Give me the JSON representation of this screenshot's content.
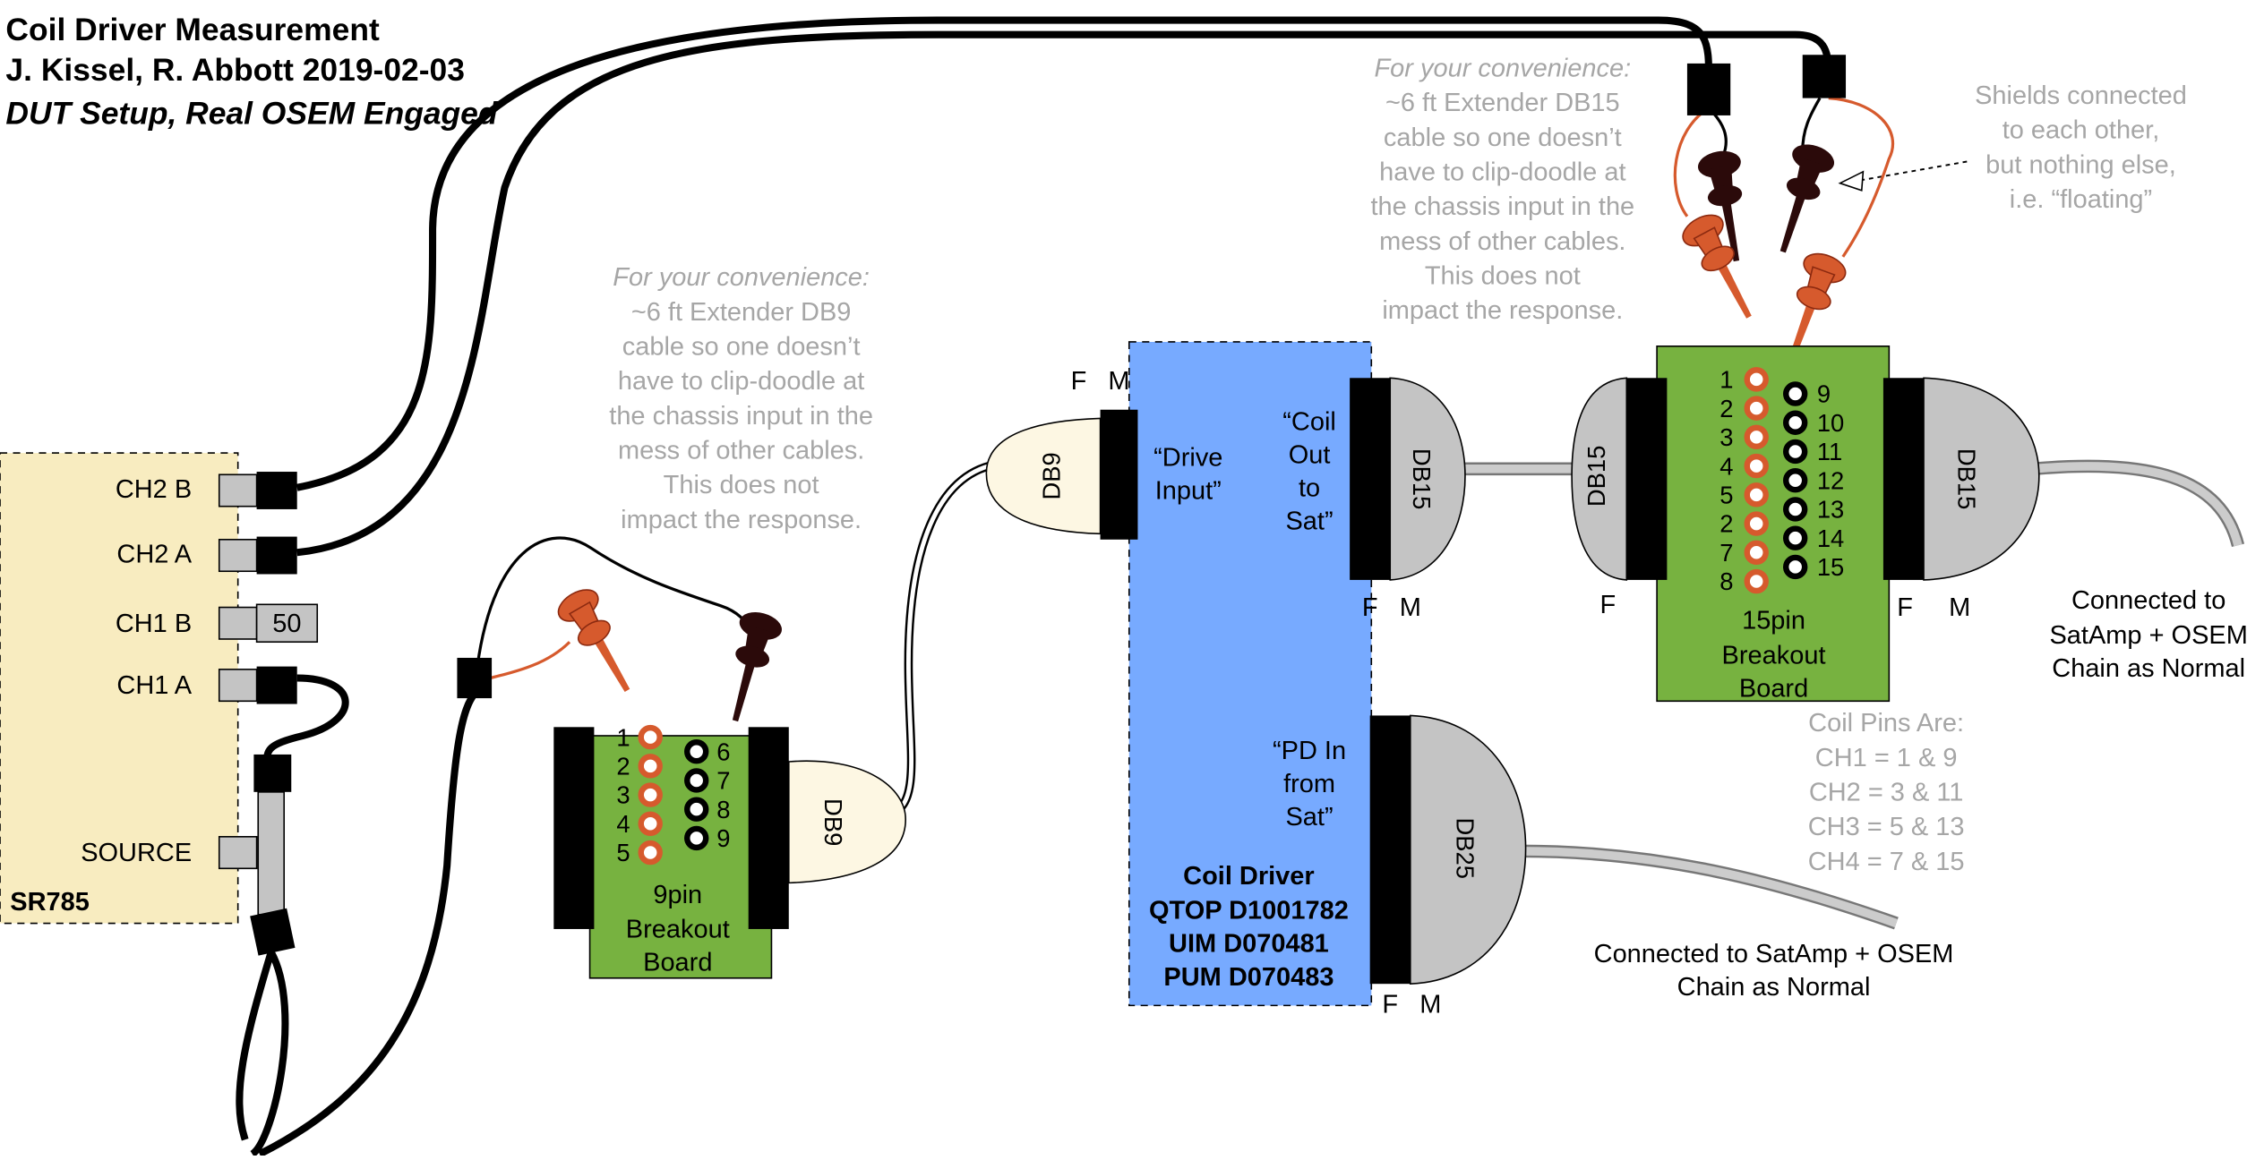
{
  "header": {
    "line1": "Coil Driver Measurement",
    "line2": "J. Kissel, R. Abbott 2019-02-03",
    "line3": "DUT Setup, Real OSEM Engaged"
  },
  "sr785": {
    "name": "SR785",
    "ch2b": "CH2 B",
    "ch2a": "CH2 A",
    "ch1b": "CH1 B",
    "ch1b_term": "50",
    "ch1a": "CH1 A",
    "source": "SOURCE"
  },
  "note_db9": {
    "lines": [
      "For your convenience:",
      "~6 ft Extender DB9",
      "cable so one doesn’t",
      "have to clip-doodle at",
      "the chassis input in the",
      "mess of other cables.",
      "This does not",
      "impact the response."
    ]
  },
  "note_db15": {
    "lines": [
      "For your convenience:",
      "~6 ft Extender DB15",
      "cable so one doesn’t",
      "have to clip-doodle at",
      "the chassis input in the",
      "mess of other cables.",
      "This does not",
      "impact the response."
    ]
  },
  "note_shields": {
    "lines": [
      "Shields connected",
      "to each other,",
      "but nothing else,",
      "i.e. “floating”"
    ]
  },
  "board9": {
    "pins_left": [
      "1",
      "2",
      "3",
      "4",
      "5"
    ],
    "pins_right": [
      "6",
      "7",
      "8",
      "9"
    ],
    "caption": [
      "9pin",
      "Breakout",
      "Board"
    ]
  },
  "board15": {
    "pins_left": [
      "1",
      "2",
      "3",
      "4",
      "5",
      "2",
      "7",
      "8"
    ],
    "pins_right": [
      "9",
      "10",
      "11",
      "12",
      "13",
      "14",
      "15"
    ],
    "caption": [
      "15pin",
      "Breakout",
      "Board"
    ]
  },
  "coil_driver": {
    "drive_input": [
      "“Drive",
      "Input”"
    ],
    "coil_out": [
      "“Coil",
      "Out",
      "to",
      "Sat”"
    ],
    "pd_in": [
      "“PD In",
      "from",
      "Sat”"
    ],
    "title": [
      "Coil Driver",
      "QTOP D1001782",
      "UIM D070481",
      "PUM D070483"
    ]
  },
  "connectors": {
    "db9": "DB9",
    "db15": "DB15",
    "db25": "DB25",
    "f": "F",
    "m": "M"
  },
  "coil_pins": {
    "lines": [
      "Coil Pins Are:",
      "CH1 = 1 & 9",
      "CH2 = 3 & 11",
      "CH3 = 5 & 13",
      "CH4 = 7 & 15"
    ]
  },
  "notes_right": {
    "db15_out": [
      "Connected to",
      "SatAmp + OSEM",
      "Chain as Normal"
    ],
    "db25_out": [
      "Connected to SatAmp + OSEM",
      "Chain as Normal"
    ]
  },
  "colors": {
    "sr785_fill": "#f8ecc0",
    "coil_driver_fill": "#77aaff",
    "board_fill": "#77b240",
    "connector_gray": "#c4c4c4",
    "connector_cream": "#fdf7e3",
    "pin_red": "#d65a2d",
    "clip_dark": "#2b0a0a",
    "note_gray": "#a6a6a6"
  }
}
